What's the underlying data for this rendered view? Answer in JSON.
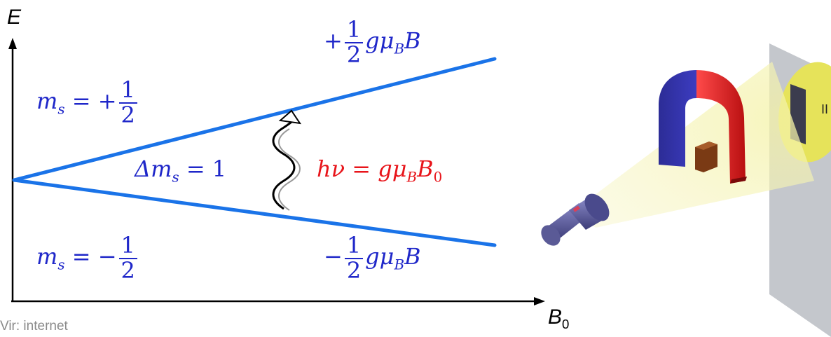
{
  "diagram": {
    "y_axis_label": "E",
    "x_axis_label": "B",
    "x_axis_label_sub": "0",
    "upper_level": {
      "state_prefix": "m",
      "state_sub": "s",
      "state_rel": "= +",
      "state_num": "1",
      "state_den": "2",
      "energy_sign": "+",
      "energy_num": "1",
      "energy_den": "2",
      "energy_tail": "gμ",
      "energy_sub": "B",
      "energy_end": "B"
    },
    "lower_level": {
      "state_prefix": "m",
      "state_sub": "s",
      "state_rel": "= −",
      "state_num": "1",
      "state_den": "2",
      "energy_sign": "−",
      "energy_num": "1",
      "energy_den": "2",
      "energy_tail": "gμ",
      "energy_sub": "B",
      "energy_end": "B"
    },
    "transition": {
      "selection_rule_pre": "Δm",
      "selection_rule_sub": "s",
      "selection_rule_post": "= 1",
      "photon_pre": "hν = gμ",
      "photon_sub1": "B",
      "photon_mid": "B",
      "photon_sub2": "0"
    },
    "colors": {
      "levels": "#1a73e8",
      "math_text": "#1f27c9",
      "photon_text": "#e8151b"
    }
  },
  "illustration": {
    "items": [
      "flashlight-icon",
      "horseshoe-magnet-icon",
      "sample-block-icon",
      "detector-screen-icon"
    ],
    "screen_mark": "II"
  },
  "source_note": "Vir: internet"
}
